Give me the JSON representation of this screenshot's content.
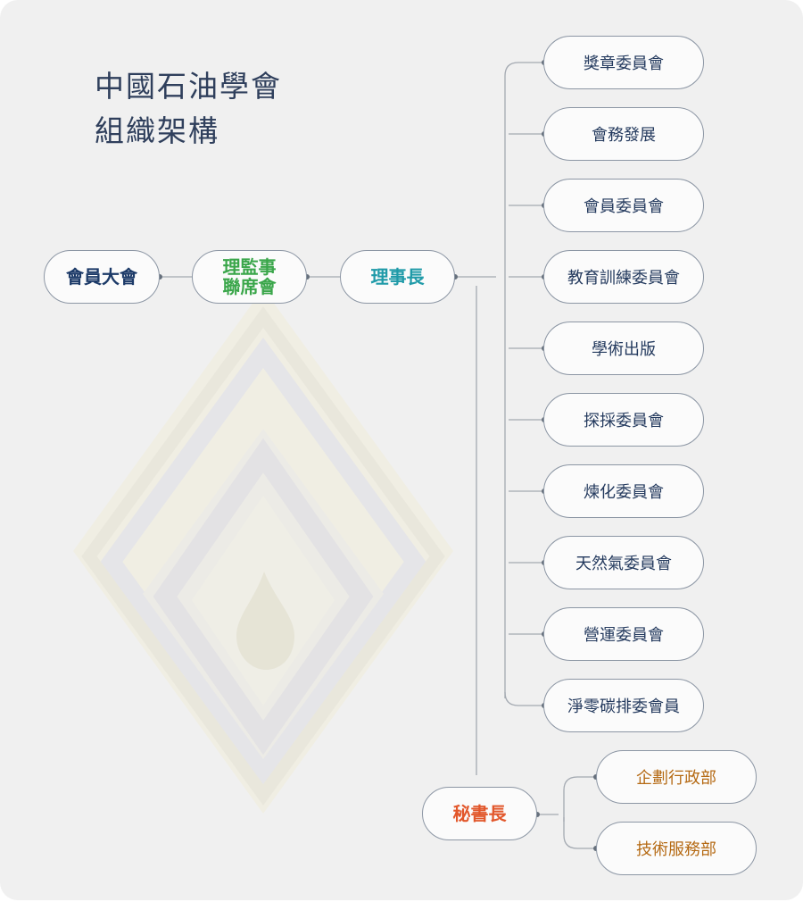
{
  "title": {
    "line1": "中國石油學會",
    "line2": "組織架構"
  },
  "colors": {
    "navy": "#1c3a68",
    "green": "#3aa64a",
    "teal": "#1f9aa8",
    "red": "#e2572b",
    "orange": "#b56a14",
    "connector": "#a3a9b1",
    "background": "#f0f0f0"
  },
  "main_chain": {
    "general_assembly": "會員大會",
    "joint_board_line1": "理監事",
    "joint_board_line2": "聯席會",
    "chairman": "理事長",
    "secretary_general": "秘書長"
  },
  "committees": [
    "獎章委員會",
    "會務發展",
    "會員委員會",
    "教育訓練委員會",
    "學術出版",
    "探採委員會",
    "煉化委員會",
    "天然氣委員會",
    "營運委員會",
    "淨零碳排委會員"
  ],
  "departments": [
    "企劃行政部",
    "技術服務部"
  ],
  "watermark": "oil-drop-diamond-emblem"
}
